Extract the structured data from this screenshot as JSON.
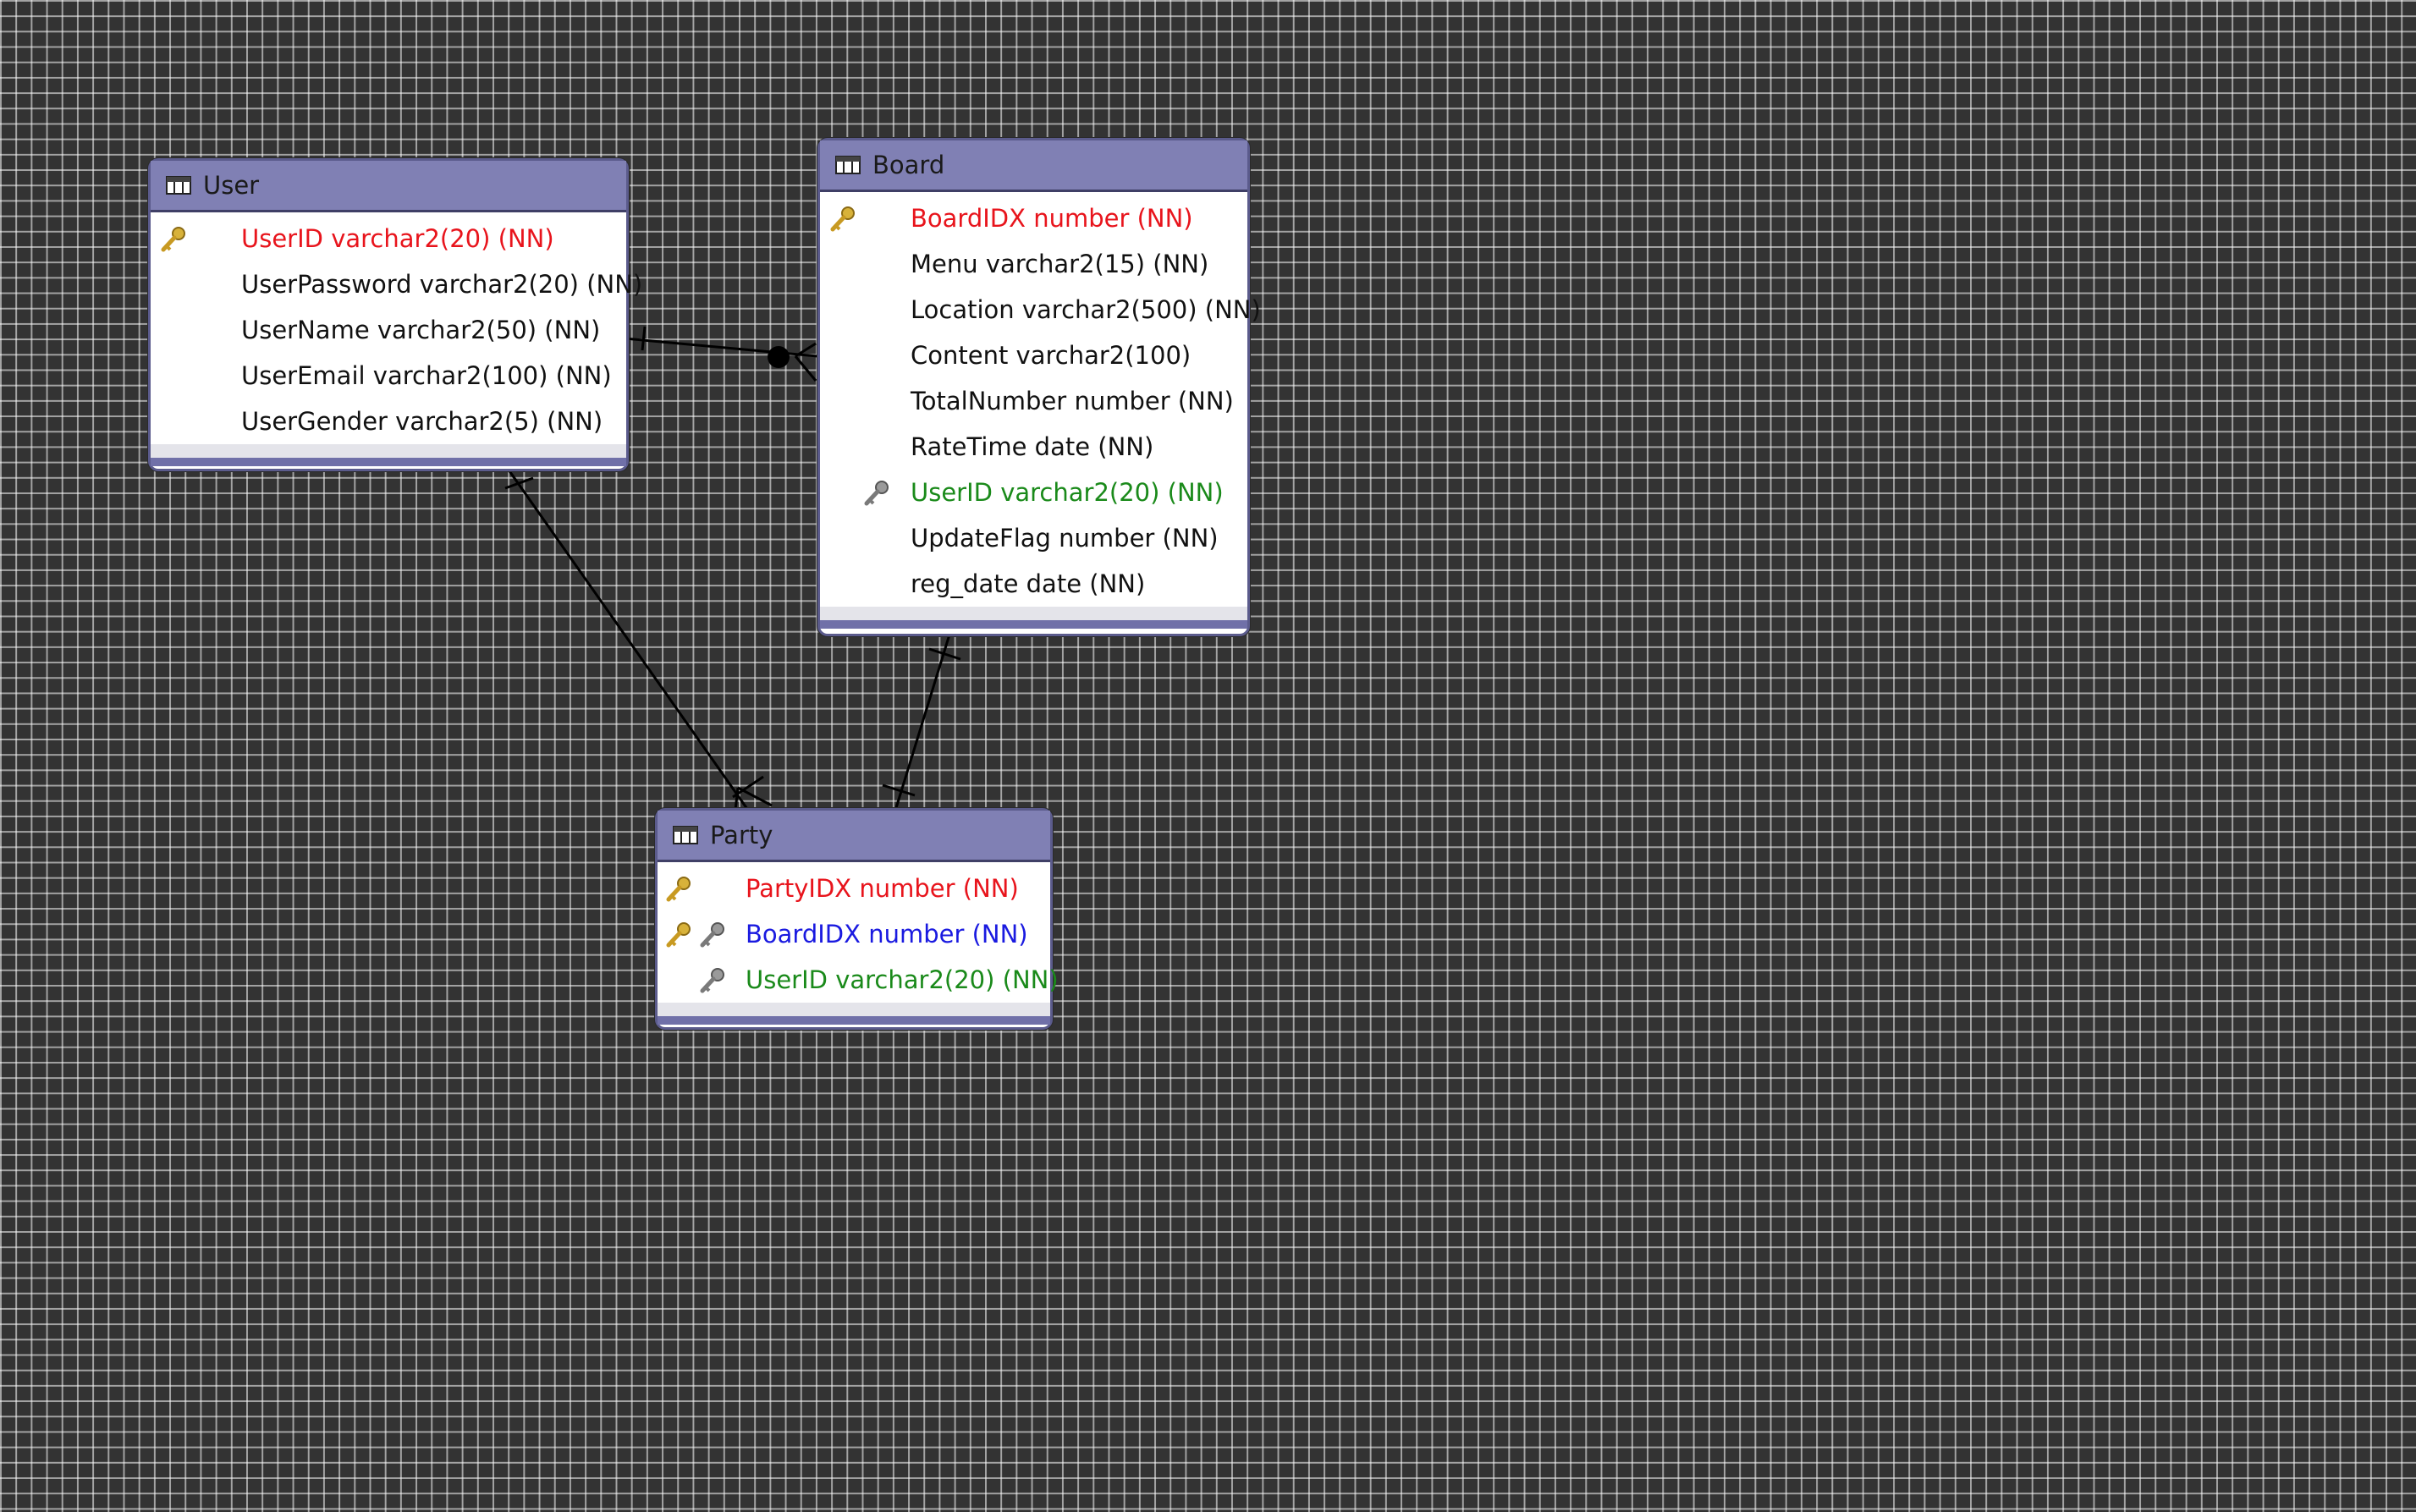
{
  "entities": [
    {
      "id": "user",
      "name": "User",
      "attributes": [
        {
          "text": "UserID varchar2(20) (NN)",
          "role": "pk",
          "icons": [
            "primary-key-icon"
          ]
        },
        {
          "text": "UserPassword varchar2(20) (NN)",
          "role": "normal",
          "icons": []
        },
        {
          "text": "UserName varchar2(50) (NN)",
          "role": "normal",
          "icons": []
        },
        {
          "text": "UserEmail varchar2(100) (NN)",
          "role": "normal",
          "icons": []
        },
        {
          "text": "UserGender varchar2(5) (NN)",
          "role": "normal",
          "icons": []
        }
      ]
    },
    {
      "id": "board",
      "name": "Board",
      "attributes": [
        {
          "text": "BoardIDX number (NN)",
          "role": "pk",
          "icons": [
            "primary-key-icon"
          ]
        },
        {
          "text": "Menu varchar2(15) (NN)",
          "role": "normal",
          "icons": []
        },
        {
          "text": "Location varchar2(500) (NN)",
          "role": "normal",
          "icons": []
        },
        {
          "text": "Content varchar2(100)",
          "role": "normal",
          "icons": []
        },
        {
          "text": "TotalNumber number (NN)",
          "role": "normal",
          "icons": []
        },
        {
          "text": "RateTime date (NN)",
          "role": "normal",
          "icons": []
        },
        {
          "text": "UserID varchar2(20) (NN)",
          "role": "fk",
          "icons": [
            "",
            "foreign-key-icon"
          ]
        },
        {
          "text": "UpdateFlag number (NN)",
          "role": "normal",
          "icons": []
        },
        {
          "text": "reg_date date (NN)",
          "role": "normal",
          "icons": []
        }
      ]
    },
    {
      "id": "party",
      "name": "Party",
      "attributes": [
        {
          "text": "PartyIDX number (NN)",
          "role": "pk",
          "icons": [
            "primary-key-icon"
          ]
        },
        {
          "text": "BoardIDX number (NN)",
          "role": "pkfk",
          "icons": [
            "primary-key-icon",
            "foreign-key-icon"
          ]
        },
        {
          "text": "UserID varchar2(20) (NN)",
          "role": "fk",
          "icons": [
            "",
            "foreign-key-icon"
          ]
        }
      ]
    }
  ],
  "relationships": [
    {
      "from": "User",
      "to": "Board",
      "from_end": "one",
      "to_end": "zero-or-many"
    },
    {
      "from": "User",
      "to": "Party",
      "from_end": "one",
      "to_end": "one-or-many"
    },
    {
      "from": "Board",
      "to": "Party",
      "from_end": "one",
      "to_end": "one"
    }
  ],
  "colors": {
    "canvas": "#333333",
    "grid": "#cfcfcf",
    "header": "#8080b4",
    "header_border": "#3f3f66",
    "primary_key_text": "#e8141c",
    "foreign_key_text": "#1a8a1a",
    "pk_fk_text": "#1a1ae0",
    "normal_text": "#111111",
    "relationship_line": "#000000"
  }
}
